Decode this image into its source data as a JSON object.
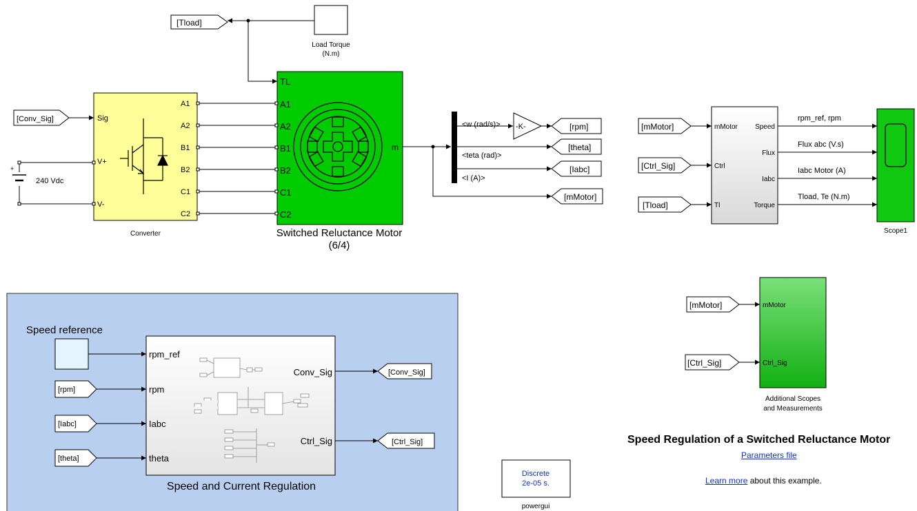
{
  "goto_tags": {
    "tload_top": "[Tload]",
    "conv_sig_in": "[Conv_Sig]",
    "rpm_out": "[rpm]",
    "theta_out": "[theta]",
    "iabc_out": "[Iabc]",
    "mmotor_out": "[mMotor]",
    "mmotor_meas": "[mMotor]",
    "ctrl_sig_meas": "[Ctrl_Sig]",
    "tload_meas": "[Tload]",
    "rpm_reg": "[rpm]",
    "iabc_reg": "[Iabc]",
    "theta_reg": "[theta]",
    "conv_sig_reg": "[Conv_Sig]",
    "ctrl_sig_reg": "[Ctrl_Sig]",
    "mmotor_add": "[mMotor]",
    "ctrl_sig_add": "[Ctrl_Sig]"
  },
  "load_torque": {
    "label_1": "Load Torque",
    "label_2": "(N.m)"
  },
  "converter": {
    "label": "Converter",
    "ports_left": [
      "Sig",
      "V+",
      "V-"
    ],
    "ports_right": [
      "A1",
      "A2",
      "B1",
      "B2",
      "C1",
      "C2"
    ]
  },
  "dc_source": {
    "label": "240 Vdc"
  },
  "motor": {
    "label_1": "Switched Reluctance Motor",
    "label_2": "(6/4)",
    "ports_left": [
      "TL",
      "A1",
      "A2",
      "B1",
      "B2",
      "C1",
      "C2"
    ],
    "port_right": "m"
  },
  "bus_selector": {
    "signals": [
      "<w (rad/s)>",
      "<teta (rad)>",
      "<I (A)>"
    ]
  },
  "gain": {
    "label": "-K-"
  },
  "measurements": {
    "ports_left": [
      "mMotor",
      "Ctrl",
      "Tl"
    ],
    "ports_right": [
      "Speed",
      "Flux",
      "Iabc",
      "Torque"
    ]
  },
  "scope": {
    "label": "Scope1",
    "signals": [
      "rpm_ref, rpm",
      "Flux abc (V.s)",
      "Iabc Motor (A)",
      "Tload, Te (N.m)"
    ]
  },
  "regulation": {
    "area_title": "Speed and Current Regulation",
    "speed_ref_label": "Speed reference",
    "ports_left": [
      "rpm_ref",
      "rpm",
      "Iabc",
      "theta"
    ],
    "ports_right": [
      "Conv_Sig",
      "Ctrl_Sig"
    ]
  },
  "additional": {
    "label_1": "Additional Scopes",
    "label_2": "and Measurements",
    "ports_left": [
      "mMotor",
      "Ctrl_Sig"
    ]
  },
  "powergui": {
    "line_1": "Discrete",
    "line_2": "2e-05 s.",
    "label": "powergui"
  },
  "annotations": {
    "title": "Speed Regulation of a Switched Reluctance Motor",
    "params_link": "Parameters file",
    "learn_link": "Learn more",
    "learn_rest": " about this example."
  },
  "colors": {
    "converter_fill": "#ffff99",
    "motor_fill": "#00cc00",
    "scope_fill": "#11c811",
    "area_fill": "#b8cff0",
    "additional_fill": "#33cc33",
    "link": "#0b2fe6"
  }
}
